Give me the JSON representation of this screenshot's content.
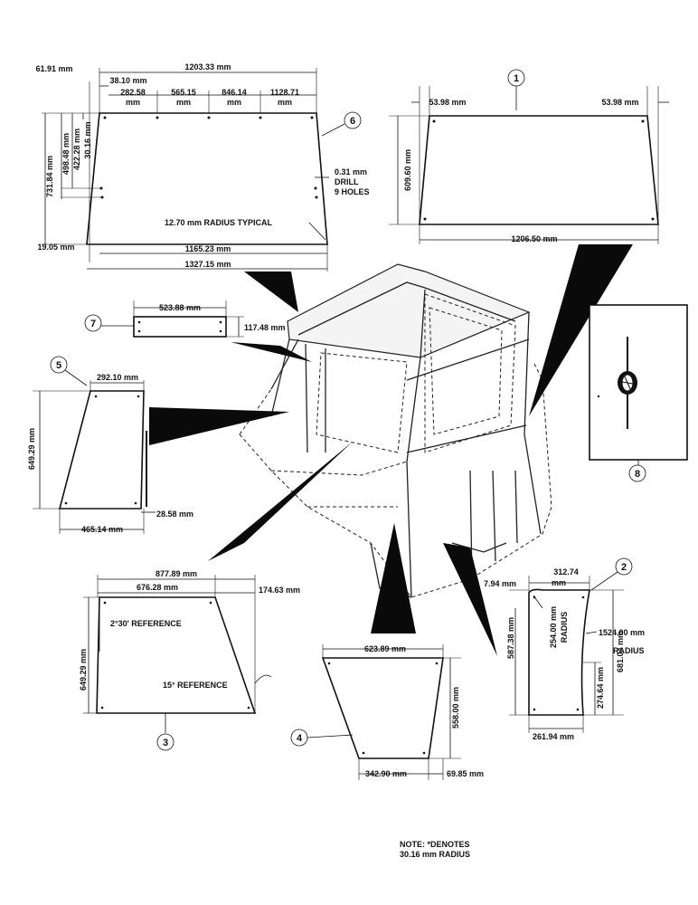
{
  "parts": {
    "p1": {
      "number": "1",
      "dims": [
        "53.98 mm",
        "53.98 mm",
        "609.60 mm",
        "1206.50 mm"
      ]
    },
    "p2": {
      "number": "2",
      "dims": [
        "7.94 mm",
        "312.74",
        "mm",
        "254.00 mm",
        "RADIUS",
        "1524.00 mm",
        "RADIUS",
        "587.38 mm",
        "681.04 mm",
        "274.64 mm",
        "261.94 mm"
      ]
    },
    "p3": {
      "number": "3",
      "dims": [
        "877.89 mm",
        "676.28 mm",
        "174.63 mm",
        "2°30' REFERENCE",
        "649.29 mm",
        "15° REFERENCE"
      ]
    },
    "p4": {
      "number": "4",
      "dims": [
        "623.89 mm",
        "558.00 mm",
        "342.90 mm",
        "69.85 mm"
      ]
    },
    "p5": {
      "number": "5",
      "dims": [
        "292.10 mm",
        "649.29 mm",
        "28.58 mm",
        "465.14 mm"
      ]
    },
    "p6": {
      "number": "6",
      "dims": [
        "61.91 mm",
        "1203.33 mm",
        "38.10 mm",
        "282.58",
        "mm",
        "565.15",
        "mm",
        "846.14",
        "mm",
        "1128.71",
        "mm",
        "731.84 mm",
        "498.48 mm",
        "422.28 mm",
        "30.16 mm",
        "0.31 mm",
        "DRILL",
        "9 HOLES",
        "12.70 mm RADIUS TYPICAL",
        "19.05 mm",
        "1165.23 mm",
        "1327.15 mm"
      ]
    },
    "p7": {
      "number": "7",
      "dims": [
        "523.88 mm",
        "117.48 mm"
      ]
    },
    "p8": {
      "number": "8"
    }
  },
  "note": {
    "line1": "NOTE: *DENOTES",
    "line2": "30.16 mm RADIUS"
  }
}
